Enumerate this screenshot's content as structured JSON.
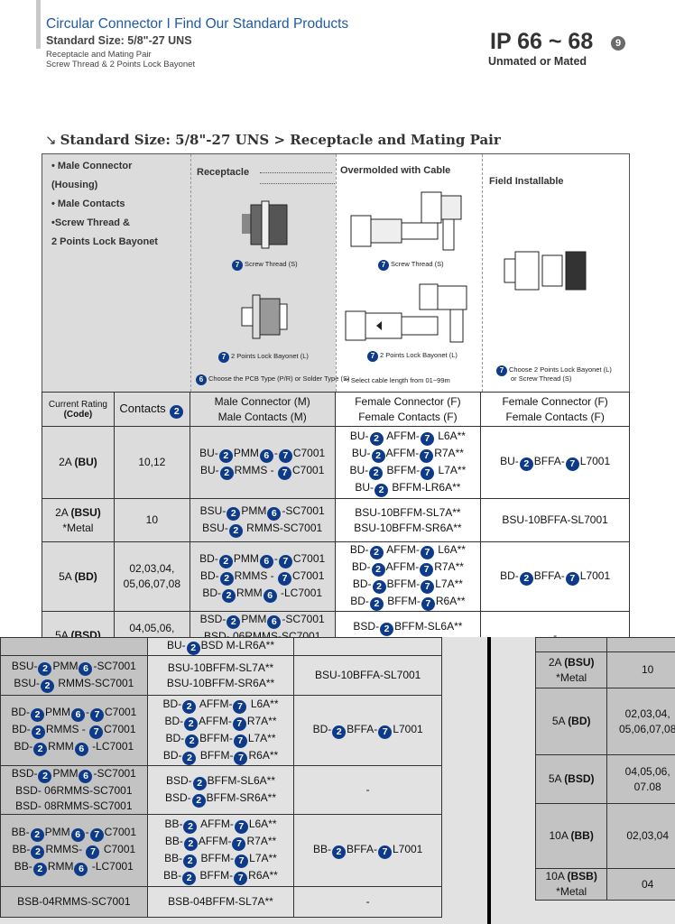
{
  "header": {
    "title": "Circular Connector I Find Our Standard Products",
    "subtitle": "Standard Size: 5/8\"-27 UNS",
    "line1": "Receptacle and Mating Pair",
    "line2": "Screw Thread & 2 Points Lock Bayonet",
    "ip_rating": "IP 66 ~ 68",
    "ip_badge": "9",
    "ip_sub": "Unmated or Mated"
  },
  "section": {
    "arrow_icon": "↘",
    "title": "Standard Size: 5/8\"-27 UNS > Receptacle and Mating Pair"
  },
  "info": {
    "bullets": [
      "• Male Connector",
      "(Housing)",
      "• Male Contacts",
      "•Screw Thread &",
      "2 Points Lock Bayonet"
    ],
    "receptacle": "Receptacle",
    "overmolded": "Overmolded with Cable",
    "field": "Field Installable",
    "cap_screw": "Screw Thread (S)",
    "cap_bayonet": "2 Points Lock Bayonet (L)",
    "cap_pcb": "Choose the PCB Type (P/R) or Solder Type (S)",
    "cap_cable": "** Select cable length from 01~99m",
    "cap_field1": "Choose 2 Points Lock Bayonet (L)",
    "cap_field2": "or Screw Thread (S)",
    "badge7": "7",
    "badge6": "6"
  },
  "table": {
    "headers": {
      "rating1": "Current Rating",
      "rating2": "(Code)",
      "contacts": "Contacts",
      "contacts_badge": "2",
      "male1": "Male Connector (M)",
      "male2": "Male Contacts (M)",
      "fem1": "Female Connector (F)",
      "fem2": "Female Contacts (F)",
      "fi1": "Female Connector (F)",
      "fi2": "Female Contacts (F)"
    },
    "rows": [
      {
        "rating": "2A",
        "code": "(BU)",
        "note": "",
        "contacts": "10,12",
        "male": [
          "BU-[2]PMM[6]-[7]C7001",
          "BU-[2]RMMS - [7]C7001"
        ],
        "female": [
          "BU-[2] AFFM-[7] L6A**",
          "BU-[2]AFFM-[7]R7A**",
          "BU-[2] BFFM-[7] L7A**",
          "BU-[2] BFFM-LR6A**"
        ],
        "field": [
          "BU-[2]BFFA-[7]L7001"
        ]
      },
      {
        "rating": "2A",
        "code": "(BSU)",
        "note": "*Metal",
        "contacts": "10",
        "male": [
          "BSU-[2]PMM[6]-SC7001",
          "BSU-[2] RMMS-SC7001"
        ],
        "female": [
          "BSU-10BFFM-SL7A**",
          "BSU-10BFFM-SR6A**"
        ],
        "field": [
          "BSU-10BFFA-SL7001"
        ]
      },
      {
        "rating": "5A",
        "code": "(BD)",
        "note": "",
        "contacts": "02,03,04, 05,06,07,08",
        "male": [
          "BD-[2]PMM[6]-[7]C7001",
          "BD-[2]RMMS - [7]C7001",
          "BD-[2]RMM[6] -LC7001"
        ],
        "female": [
          "BD-[2] AFFM-[7] L6A**",
          "BD-[2]AFFM-[7]R7A**",
          "BD-[2]BFFM-[7]L7A**",
          "BD-[2] BFFM-[7]R6A**"
        ],
        "field": [
          "BD-[2]BFFA-[7]L7001"
        ]
      },
      {
        "rating": "5A",
        "code": "(BSD)",
        "note": "",
        "contacts": "04,05,06, 07.08",
        "male": [
          "BSD-[2]PMM[6]-SC7001",
          "BSD- 06RMMS-SC7001",
          "BSD- 08RMMS-SC7001"
        ],
        "female": [
          "BSD-[2]BFFM-SL6A**",
          "BSD-[2]BFFM-SR6A**"
        ],
        "field": [
          "-"
        ]
      },
      {
        "rating": "10A",
        "code": "(BB)",
        "note": "",
        "contacts": "02,03,04",
        "male": [
          "BB-[2]PMM[6]-[7]C7001",
          "BB-[2]RMMS- [7] C7001",
          "BB-[2]RMM[6] -LC7001"
        ],
        "female": [
          "BB-[2] AFFM-[7]L6A**",
          "BB-[2]AFFM-[7]R7A**",
          "BB-[2] BFFM-[7]L7A**",
          "BB-[2] BFFM-[7]R6A**"
        ],
        "field": [
          "BB-[2]BFFA-[7]L7001"
        ]
      },
      {
        "rating": "10A",
        "code": "(BSB)",
        "note": "*Metal",
        "contacts": "04",
        "male": [
          "BSB-04RMMS-SC7001"
        ],
        "female": [
          "BSB-04BFFM-SL7A**"
        ],
        "field": [
          "-"
        ]
      }
    ],
    "overlap_fragment": "BU-[2]BSD M-LR6A**"
  }
}
